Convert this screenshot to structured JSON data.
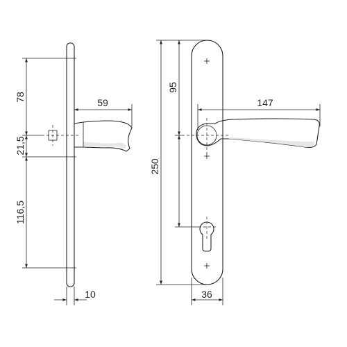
{
  "dimensions": {
    "side_height_78": "78",
    "side_gap_21_5": "21,5",
    "side_height_116_5": "116,5",
    "side_lever_59": "59",
    "side_thickness_10": "10",
    "front_total_250": "250",
    "front_to_lever_95": "95",
    "front_lever_147": "147",
    "front_width_36": "36"
  },
  "colors": {
    "line": "#222222",
    "shading": "#e6e6e6"
  }
}
